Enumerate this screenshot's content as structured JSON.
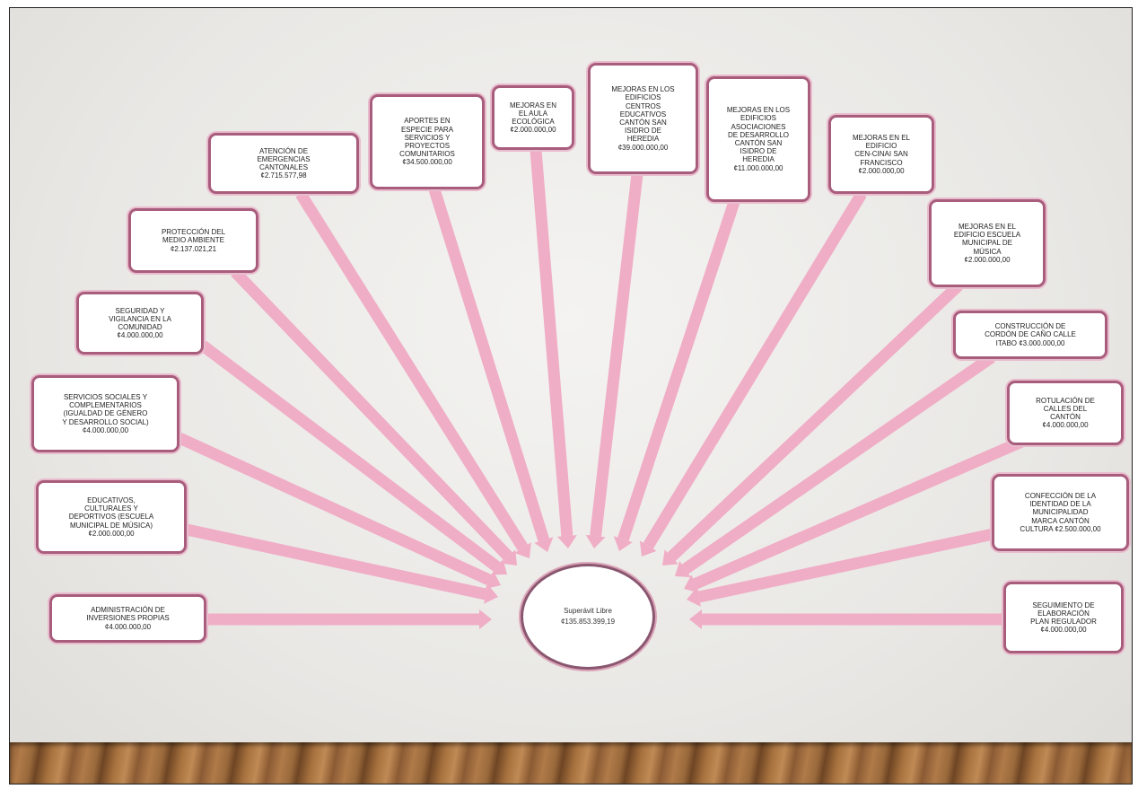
{
  "diagram": {
    "center": {
      "title": "Superávit Libre",
      "amount": "¢135.853.399,19"
    },
    "arrow_color": "#f0adc6",
    "box_border_color": "#a85d7c",
    "nodes": [
      {
        "text": "ADMINISTRACIÓN DE\nINVERSIONES PROPIAS\n¢4.000.000,00"
      },
      {
        "text": "EDUCATIVOS,\nCULTURALES Y\nDEPORTIVOS (ESCUELA\nMUNICIPAL DE MÚSICA)\n¢2.000.000,00"
      },
      {
        "text": "SERVICIOS SOCIALES Y\nCOMPLEMENTARIOS\n(IGUALDAD DE GÉNERO\nY DESARROLLO SOCIAL)\n¢4.000.000,00"
      },
      {
        "text": "SEGURIDAD Y\nVIGILANCIA EN LA\nCOMUNIDAD\n¢4.000.000,00"
      },
      {
        "text": "PROTECCIÓN DEL\nMEDIO AMBIENTE\n¢2.137.021,21"
      },
      {
        "text": "ATENCIÓN DE\nEMERGENCIAS\nCANTONALES\n¢2.715.577,98"
      },
      {
        "text": "APORTES EN\nESPECIE PARA\nSERVICIOS Y\nPROYECTOS\nCOMUNITARIOS\n¢34.500.000,00"
      },
      {
        "text": "MEJORAS EN\nEL AULA\nECOLÓGICA\n¢2.000.000,00"
      },
      {
        "text": "MEJORAS EN LOS\nEDIFICIOS\nCENTROS\nEDUCATIVOS\nCANTÓN SAN\nISIDRO DE\nHEREDIA\n¢39.000.000,00"
      },
      {
        "text": "MEJORAS EN LOS\nEDIFICIOS\nASOCIACIONES\nDE DESARROLLO\nCANTÓN SAN\nISIDRO DE\nHEREDIA\n¢11.000.000,00"
      },
      {
        "text": "MEJORAS EN EL\nEDIFICIO\nCEN-CINAI SAN\nFRANCISCO\n¢2.000.000,00"
      },
      {
        "text": "MEJORAS EN EL\nEDIFICIO ESCUELA\nMUNICIPAL DE\nMÚSICA\n¢2.000.000,00"
      },
      {
        "text": "CONSTRUCCIÓN DE\nCORDÓN DE CAÑO CALLE\nITABO ¢3.000.000,00"
      },
      {
        "text": "ROTULACIÓN DE\nCALLES DEL\nCANTÓN\n¢4.000.000,00"
      },
      {
        "text": "CONFECCIÓN DE LA\nIDENTIDAD DE LA\nMUNICIPALIDAD\nMARCA CANTÓN\nCULTURA ¢2.500.000,00"
      },
      {
        "text": "SEGUIMIENTO DE\nELABORACIÓN\nPLAN REGULADOR\n¢4.000.000,00"
      }
    ]
  }
}
